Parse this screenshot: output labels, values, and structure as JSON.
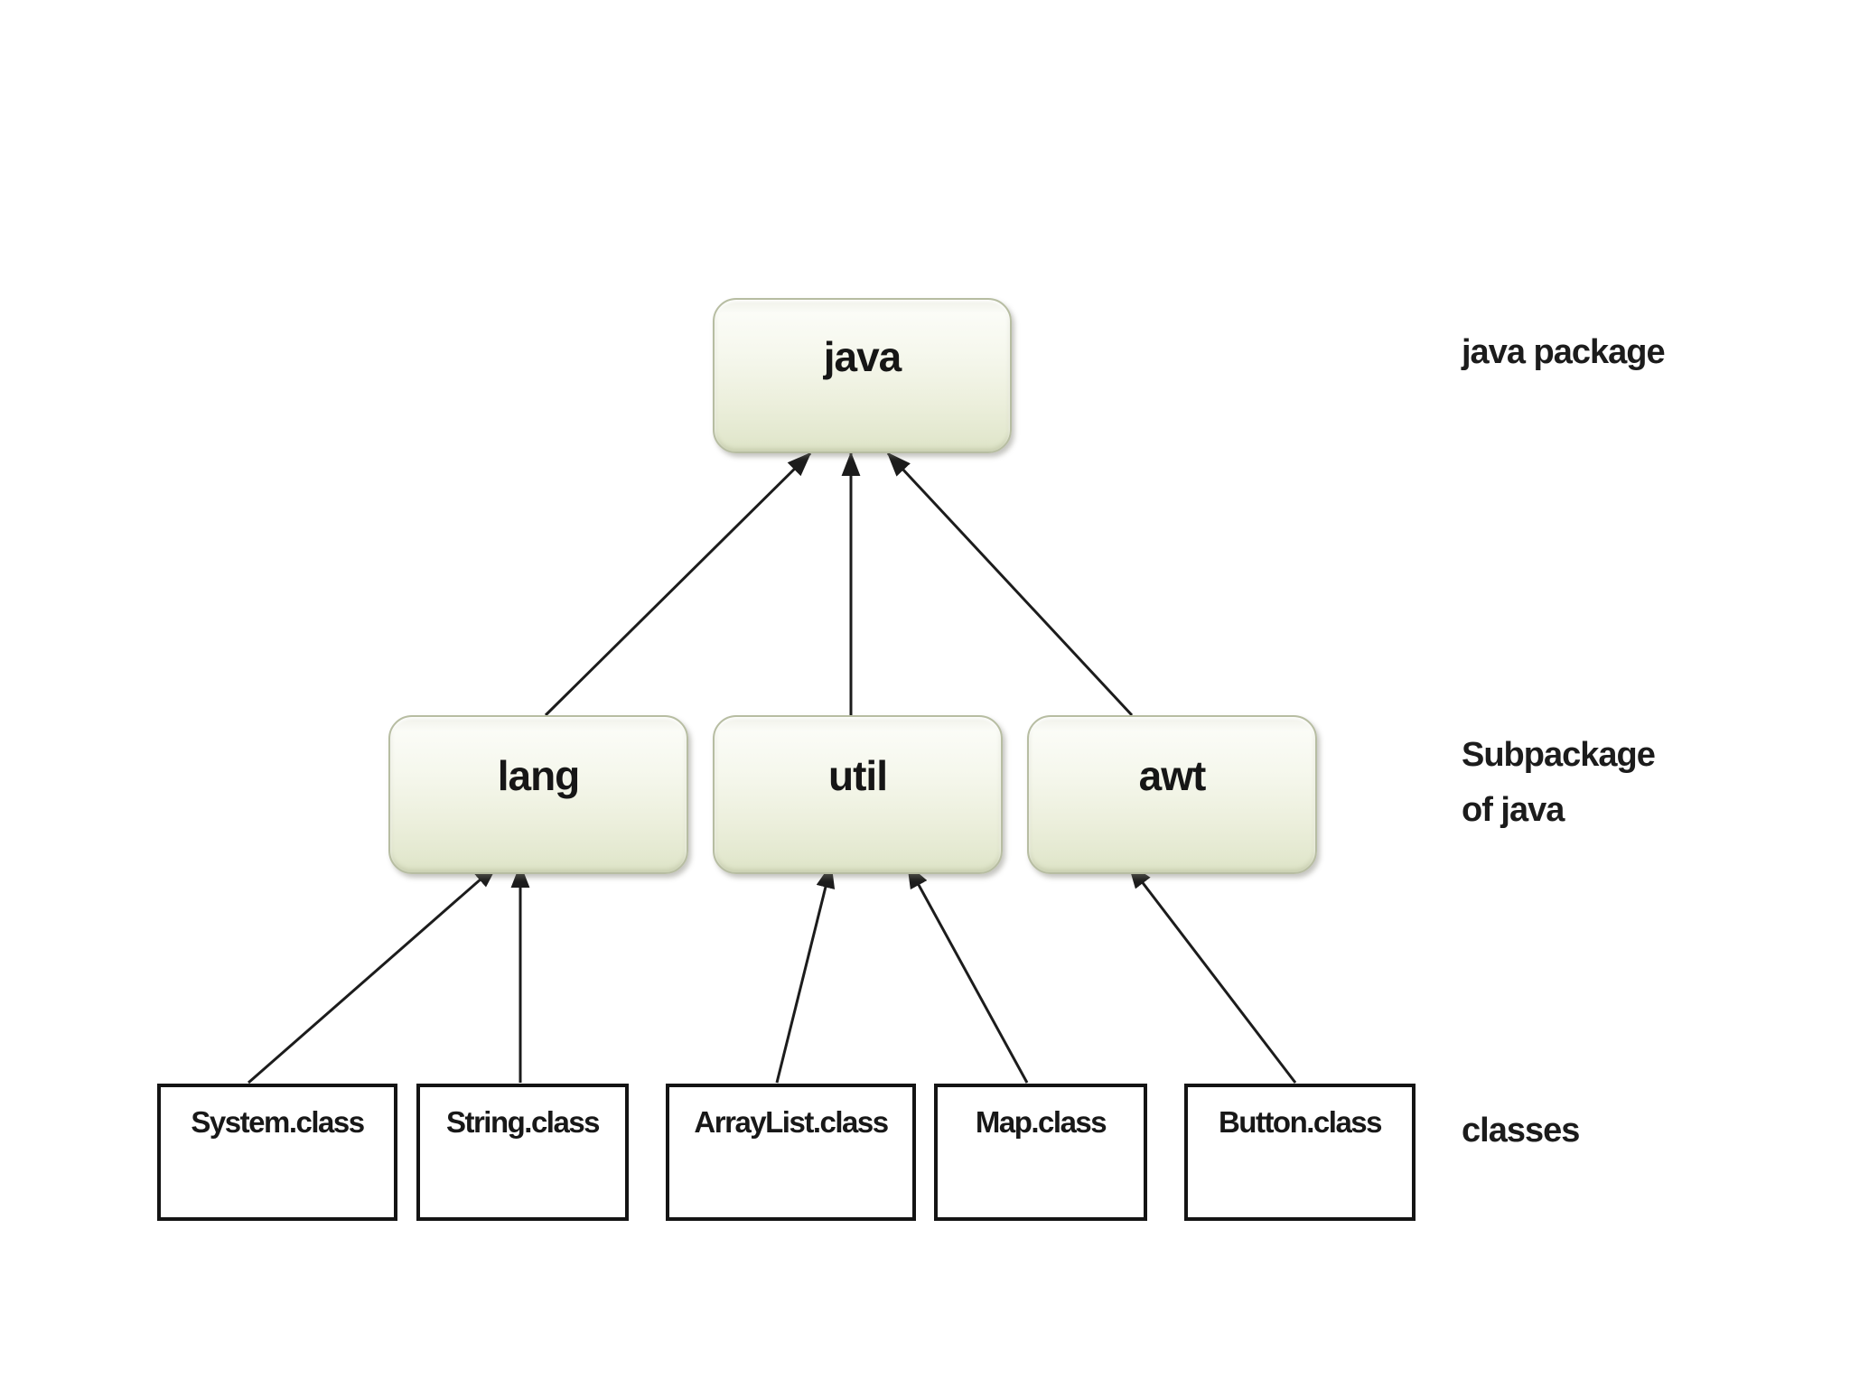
{
  "diagram": {
    "root_package": {
      "id": "java",
      "label": "java"
    },
    "subpackages": [
      {
        "id": "lang",
        "label": "lang"
      },
      {
        "id": "util",
        "label": "util"
      },
      {
        "id": "awt",
        "label": "awt"
      }
    ],
    "classes": [
      {
        "id": "system",
        "label": "System.class"
      },
      {
        "id": "string",
        "label": "String.class"
      },
      {
        "id": "arraylist",
        "label": "ArrayList.class"
      },
      {
        "id": "map",
        "label": "Map.class"
      },
      {
        "id": "button",
        "label": "Button.class"
      }
    ],
    "edges": [
      {
        "from": "lang",
        "to": "java"
      },
      {
        "from": "util",
        "to": "java"
      },
      {
        "from": "awt",
        "to": "java"
      },
      {
        "from": "system",
        "to": "lang"
      },
      {
        "from": "string",
        "to": "lang"
      },
      {
        "from": "arraylist",
        "to": "util"
      },
      {
        "from": "map",
        "to": "util"
      },
      {
        "from": "button",
        "to": "awt"
      }
    ],
    "annotations": {
      "root_note": {
        "label": "java package"
      },
      "sub_note": {
        "lines": [
          "Subpackage",
          "of java"
        ]
      },
      "class_note": {
        "label": "classes"
      }
    },
    "colors": {
      "package_fill_top": "#fbfcf7",
      "package_fill_bottom": "#dde3c6",
      "package_border": "#b7bda2",
      "class_box_border": "#141414",
      "class_box_fill": "#ffffff",
      "arrow": "#1c1c1c",
      "text": "#161616",
      "background": "#ffffff"
    }
  }
}
